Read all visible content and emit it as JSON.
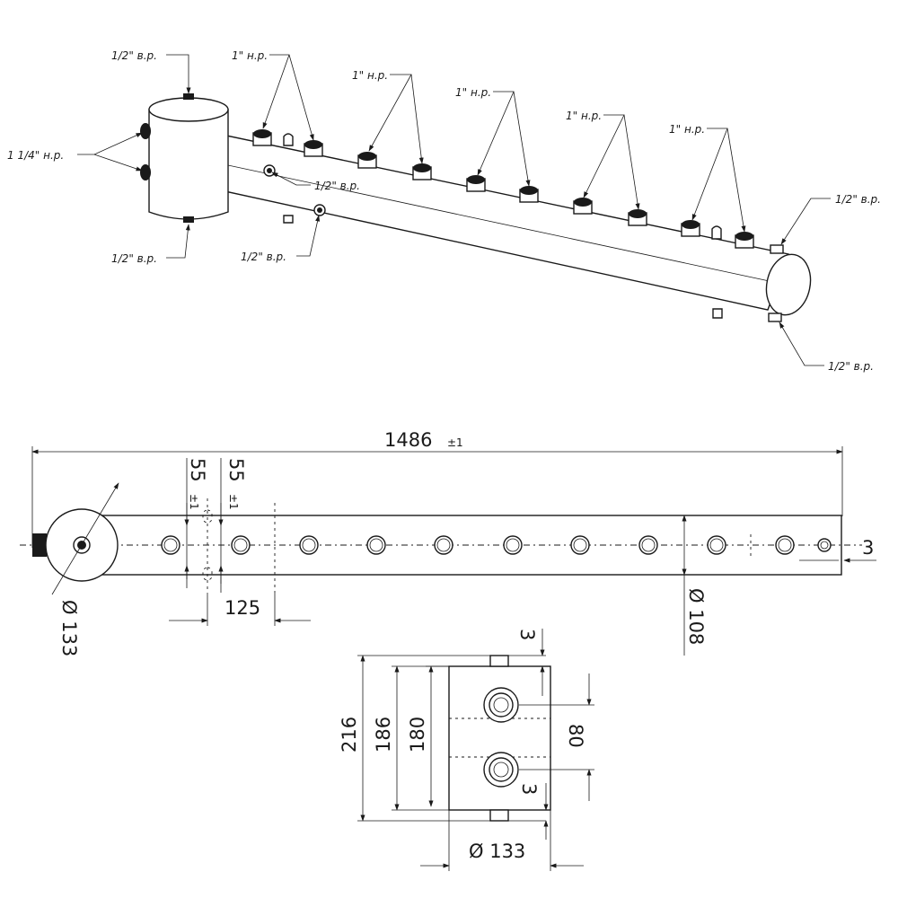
{
  "callouts": {
    "top_left_tap": "1/2\" в.р.",
    "side_inlets": "1 1/4\" н.р.",
    "bottom_left_tap": "1/2\" в.р.",
    "pipe_tap_upper": "1/2\" в.р.",
    "pipe_tap_lower": "1/2\" в.р.",
    "outlet_group_1": "1\" н.р.",
    "outlet_group_2": "1\" н.р.",
    "outlet_group_3": "1\" н.р.",
    "outlet_group_4": "1\" н.р.",
    "outlet_group_5": "1\" н.р.",
    "end_tap_top": "1/2\" в.р.",
    "end_tap_bottom": "1/2\" в.р."
  },
  "plan_view": {
    "overall_length": "1486",
    "overall_tolerance": "±1",
    "offset_a": "55",
    "offset_a_tol": "±1",
    "offset_b": "55",
    "offset_b_tol": "±1",
    "pitch": "125",
    "end_offset": "3",
    "header_diameter": "Ø 133",
    "pipe_diameter": "Ø 108"
  },
  "end_view": {
    "height_total": "216",
    "height_outer": "186",
    "height_inner": "180",
    "nozzle_spacing": "80",
    "top_gap": "3",
    "bottom_gap": "3",
    "diameter": "Ø 133"
  }
}
